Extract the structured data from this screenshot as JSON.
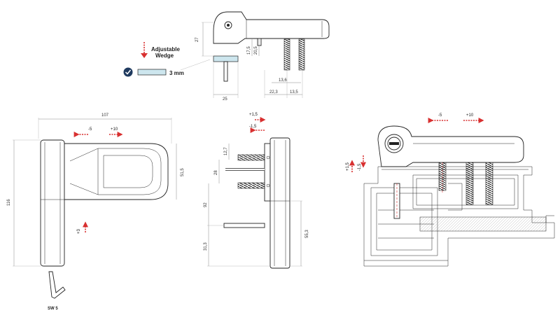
{
  "colors": {
    "line": "#222222",
    "dimension": "#888888",
    "accent_red": "#d83030",
    "wedge_fill": "#cde6ee",
    "badge_navy": "#1f3a5f"
  },
  "top_view": {
    "wedge_label_line1": "Adjustable",
    "wedge_label_line2": "Wedge",
    "wedge_thickness": "3 mm",
    "check_icon": "check-circle-icon",
    "dims": {
      "height": "27",
      "d1": "17,5",
      "d2": "20,5",
      "d3": "13,6",
      "width": "25",
      "d4": "22,3",
      "d5": "13,5"
    }
  },
  "front_view": {
    "dims": {
      "width": "107",
      "height": "116",
      "inner": "51,5"
    },
    "adjust_h_minus": "-5",
    "adjust_h_plus": "+10",
    "adjust_v": "+3",
    "tool_label": "SW 5"
  },
  "side_view": {
    "adjust_top_plus": "+1,5",
    "adjust_top_minus": "-1,5",
    "dims": {
      "d1": "12,7",
      "d2": "28",
      "d3": "92",
      "d4": "31,3",
      "d5": "55,3"
    }
  },
  "section_view": {
    "adjust_minus": "-5",
    "adjust_plus": "+10",
    "adjust_v_plus": "+1,5",
    "adjust_v_minus": "-1,5"
  }
}
